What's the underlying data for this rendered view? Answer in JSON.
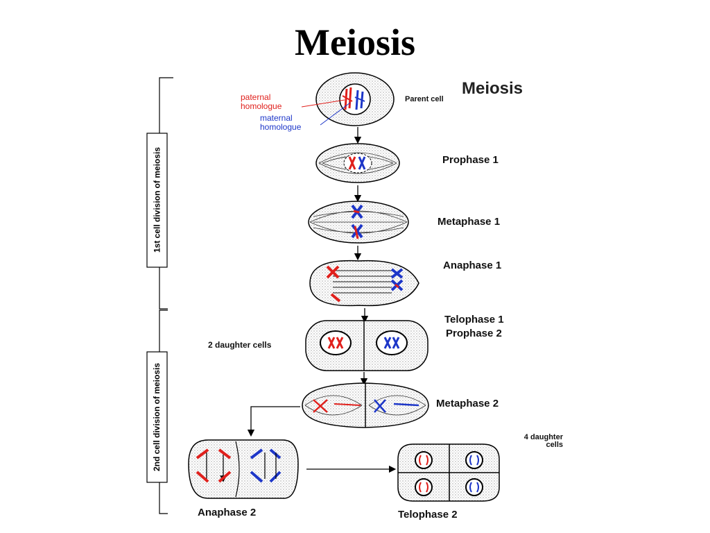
{
  "slide_title": "Meiosis",
  "figure": {
    "heading": "Meiosis",
    "parent_label": "Parent cell",
    "paternal_label": "paternal homologue",
    "maternal_label": "maternal homologue",
    "stages": {
      "prophase1": "Prophase 1",
      "metaphase1": "Metaphase 1",
      "anaphase1": "Anaphase 1",
      "telophase1": "Telophase 1",
      "prophase2": "Prophase 2",
      "daughter2": "2 daughter cells",
      "metaphase2": "Metaphase 2",
      "anaphase2": "Anaphase 2",
      "telophase2": "Telophase 2",
      "daughter4": "4 daughter cells"
    },
    "brackets": {
      "first": "1st cell division of meiosis",
      "second": "2nd cell division of meiosis"
    },
    "colors": {
      "paternal": "#e0201c",
      "maternal": "#1d36c8",
      "line": "#000000"
    }
  }
}
